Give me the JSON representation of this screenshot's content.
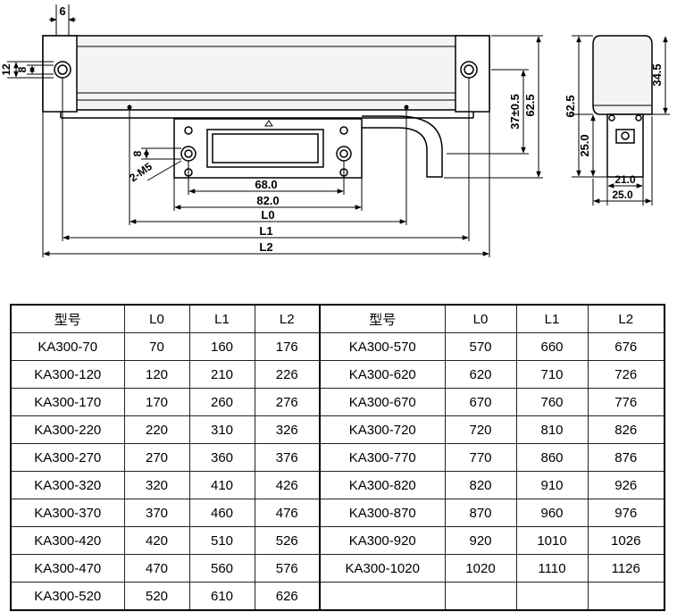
{
  "drawing": {
    "dims": {
      "d6": "6",
      "d12": "12",
      "d8_left": "8",
      "d8_slider": "8",
      "d2m5": "2-M5",
      "d68": "68.0",
      "d82": "82.0",
      "dL0": "L0",
      "dL1": "L1",
      "dL2": "L2",
      "d37": "37±0.5",
      "d62_5_front": "62.5",
      "d62_5_side": "62.5",
      "d34_5": "34.5",
      "d25_side_v": "25.0",
      "d21": "21.0",
      "d25_side_h": "25.0"
    }
  },
  "table": {
    "headers": [
      "型号",
      "L0",
      "L1",
      "L2",
      "型号",
      "L0",
      "L1",
      "L2"
    ],
    "left_rows": [
      [
        "KA300-70",
        "70",
        "160",
        "176"
      ],
      [
        "KA300-120",
        "120",
        "210",
        "226"
      ],
      [
        "KA300-170",
        "170",
        "260",
        "276"
      ],
      [
        "KA300-220",
        "220",
        "310",
        "326"
      ],
      [
        "KA300-270",
        "270",
        "360",
        "376"
      ],
      [
        "KA300-320",
        "320",
        "410",
        "426"
      ],
      [
        "KA300-370",
        "370",
        "460",
        "476"
      ],
      [
        "KA300-420",
        "420",
        "510",
        "526"
      ],
      [
        "KA300-470",
        "470",
        "560",
        "576"
      ],
      [
        "KA300-520",
        "520",
        "610",
        "626"
      ]
    ],
    "right_rows": [
      [
        "KA300-570",
        "570",
        "660",
        "676"
      ],
      [
        "KA300-620",
        "620",
        "710",
        "726"
      ],
      [
        "KA300-670",
        "670",
        "760",
        "776"
      ],
      [
        "KA300-720",
        "720",
        "810",
        "826"
      ],
      [
        "KA300-770",
        "770",
        "860",
        "876"
      ],
      [
        "KA300-820",
        "820",
        "910",
        "926"
      ],
      [
        "KA300-870",
        "870",
        "960",
        "976"
      ],
      [
        "KA300-920",
        "920",
        "1010",
        "1026"
      ],
      [
        "KA300-1020",
        "1020",
        "1110",
        "1126"
      ],
      [
        "",
        "",
        "",
        ""
      ]
    ]
  }
}
